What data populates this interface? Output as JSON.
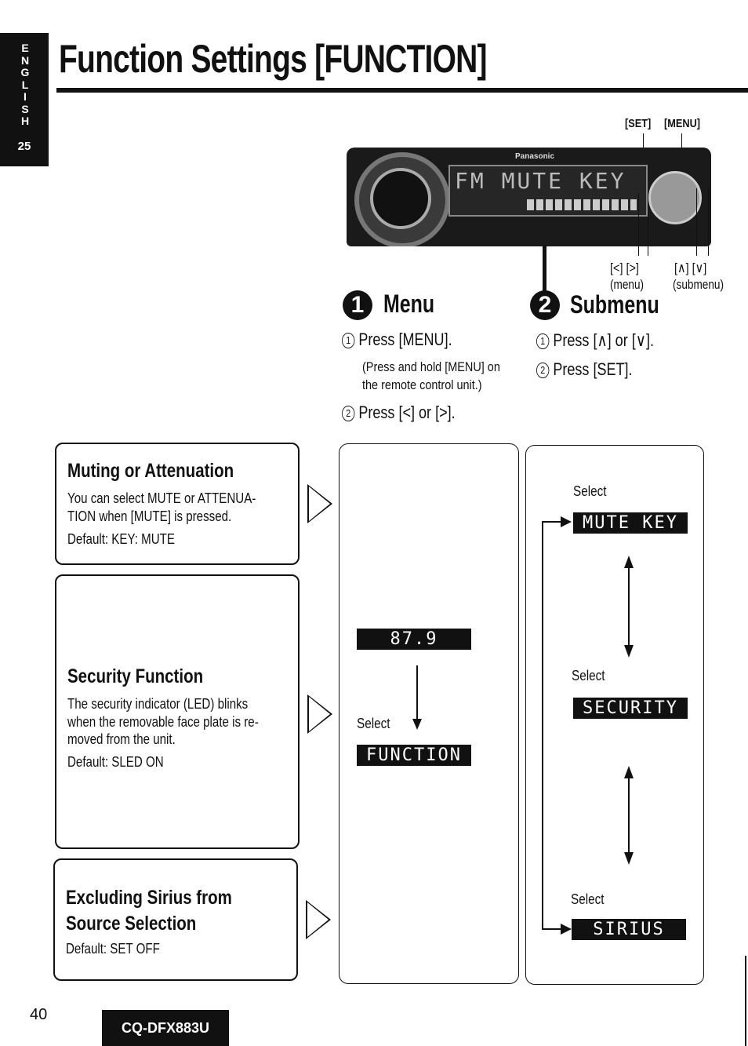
{
  "side_tab": {
    "language_letters": [
      "E",
      "N",
      "G",
      "L",
      "I",
      "S",
      "H"
    ],
    "section_number": "25"
  },
  "page_title": "Function Settings [FUNCTION]",
  "device": {
    "set_label": "[SET]",
    "menu_label": "[MENU]",
    "brand": "Panasonic",
    "display_text": "FM MUTE KEY",
    "left_right_label": "[<] [>]",
    "left_right_sub": "(menu)",
    "up_down_label": "[∧] [∨]",
    "up_down_sub": "(submenu)"
  },
  "steps": {
    "menu": {
      "number": "1",
      "heading": "Menu",
      "step1": "Press [MENU].",
      "note_line1": "(Press and hold [MENU] on",
      "note_line2": "the remote control unit.)",
      "step2": "Press [<] or [>]."
    },
    "submenu": {
      "number": "2",
      "heading": "Submenu",
      "step1": "Press [∧] or [∨].",
      "step2": "Press [SET]."
    }
  },
  "boxes": {
    "muting": {
      "heading": "Muting or Attenuation",
      "line1": "You can select MUTE or ATTENUA-",
      "line2": "TION when [MUTE] is pressed.",
      "default": "Default: KEY: MUTE"
    },
    "security": {
      "heading": "Security Function",
      "line1": "The security indicator (LED) blinks",
      "line2": "when the removable face plate is re-",
      "line3": "moved from the unit.",
      "default": "Default: SLED ON"
    },
    "sirius": {
      "heading1": "Excluding Sirius from",
      "heading2": "Source Selection",
      "default": "Default: SET OFF"
    }
  },
  "menu_panel": {
    "display1": "87.9",
    "select": "Select",
    "display2": "FUNCTION"
  },
  "submenu_panel": {
    "select1": "Select",
    "display1": "MUTE KEY",
    "select2": "Select",
    "display2": "SECURITY",
    "select3": "Select",
    "display3": "SIRIUS"
  },
  "footer": {
    "page_number": "40",
    "model": "CQ-DFX883U"
  }
}
